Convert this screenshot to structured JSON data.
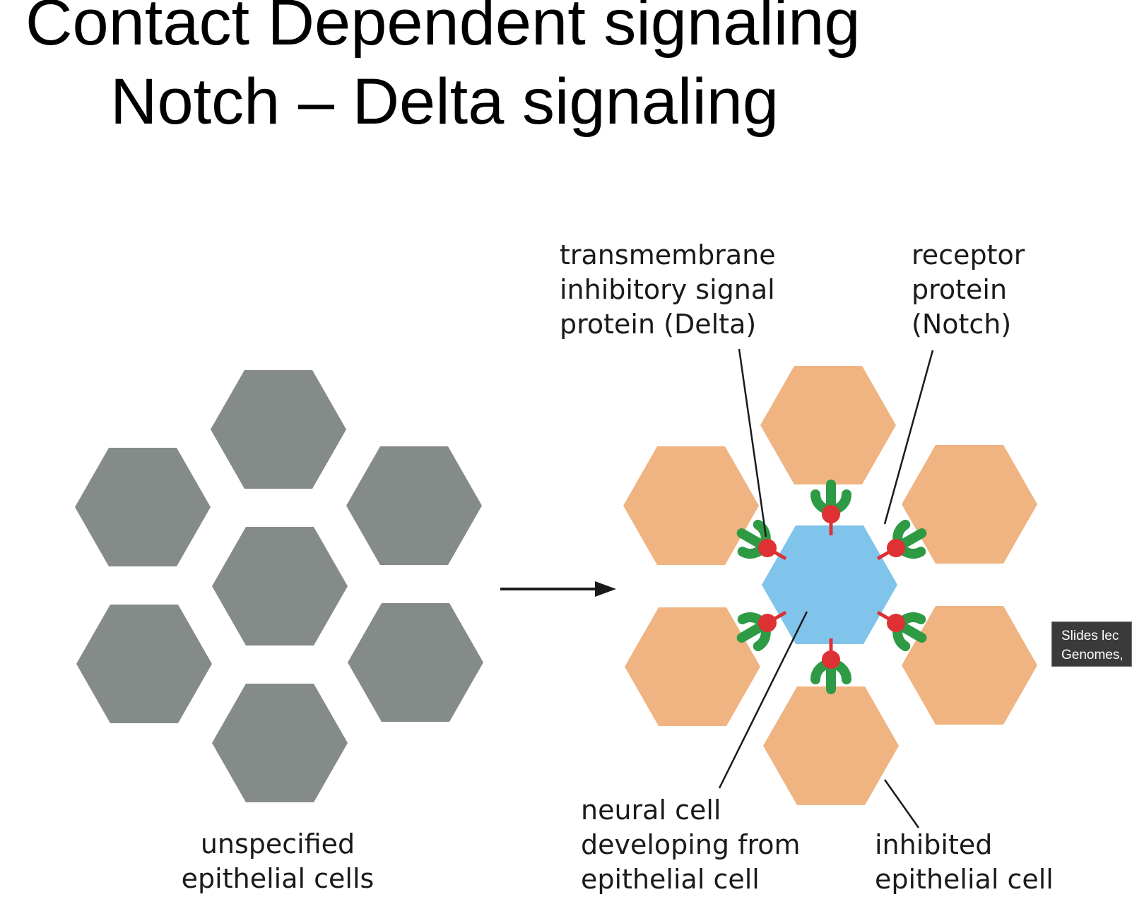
{
  "slide": {
    "title_line_1": "Contact Dependent signaling",
    "title_line_2": "Notch – Delta signaling"
  },
  "diagram": {
    "left_panel": {
      "label_line_1": "unspecified",
      "label_line_2": "epithelial cells"
    },
    "right_panel": {
      "delta_label": [
        "transmembrane",
        "inhibitory signal",
        "protein (Delta)"
      ],
      "notch_label": [
        "receptor",
        "protein",
        "(Notch)"
      ],
      "neural_label": [
        "neural cell",
        "developing from",
        "epithelial cell"
      ],
      "inhibited_label": [
        "inhibited",
        "epithelial cell"
      ]
    },
    "colors": {
      "unspecified_cell": "#858b89",
      "inhibited_cell": "#f0b482",
      "neural_cell": "#80c4ec",
      "notch_receptor": "#2e9a44",
      "delta_ligand": "#de3134",
      "arrow": "#1a1a1a"
    }
  },
  "tooltip": {
    "line_1": "Slides lec",
    "line_2": "Genomes,"
  }
}
